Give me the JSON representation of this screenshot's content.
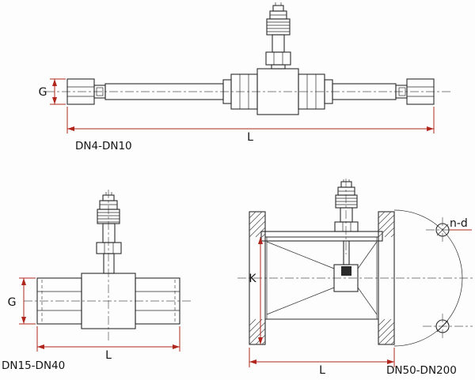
{
  "diagram": {
    "background": "#fdfdfd",
    "line_color": "#2b2b2b",
    "dimension_color": "#b0261c"
  },
  "drawings": [
    {
      "label": "DN4-DN10",
      "dims": {
        "g": "G",
        "l": "L"
      }
    },
    {
      "label": "DN15-DN40",
      "dims": {
        "g": "G",
        "l": "L"
      }
    },
    {
      "label": "DN50-DN200",
      "dims": {
        "k": "K",
        "l": "L",
        "bolt_pattern": "n-d"
      }
    }
  ]
}
